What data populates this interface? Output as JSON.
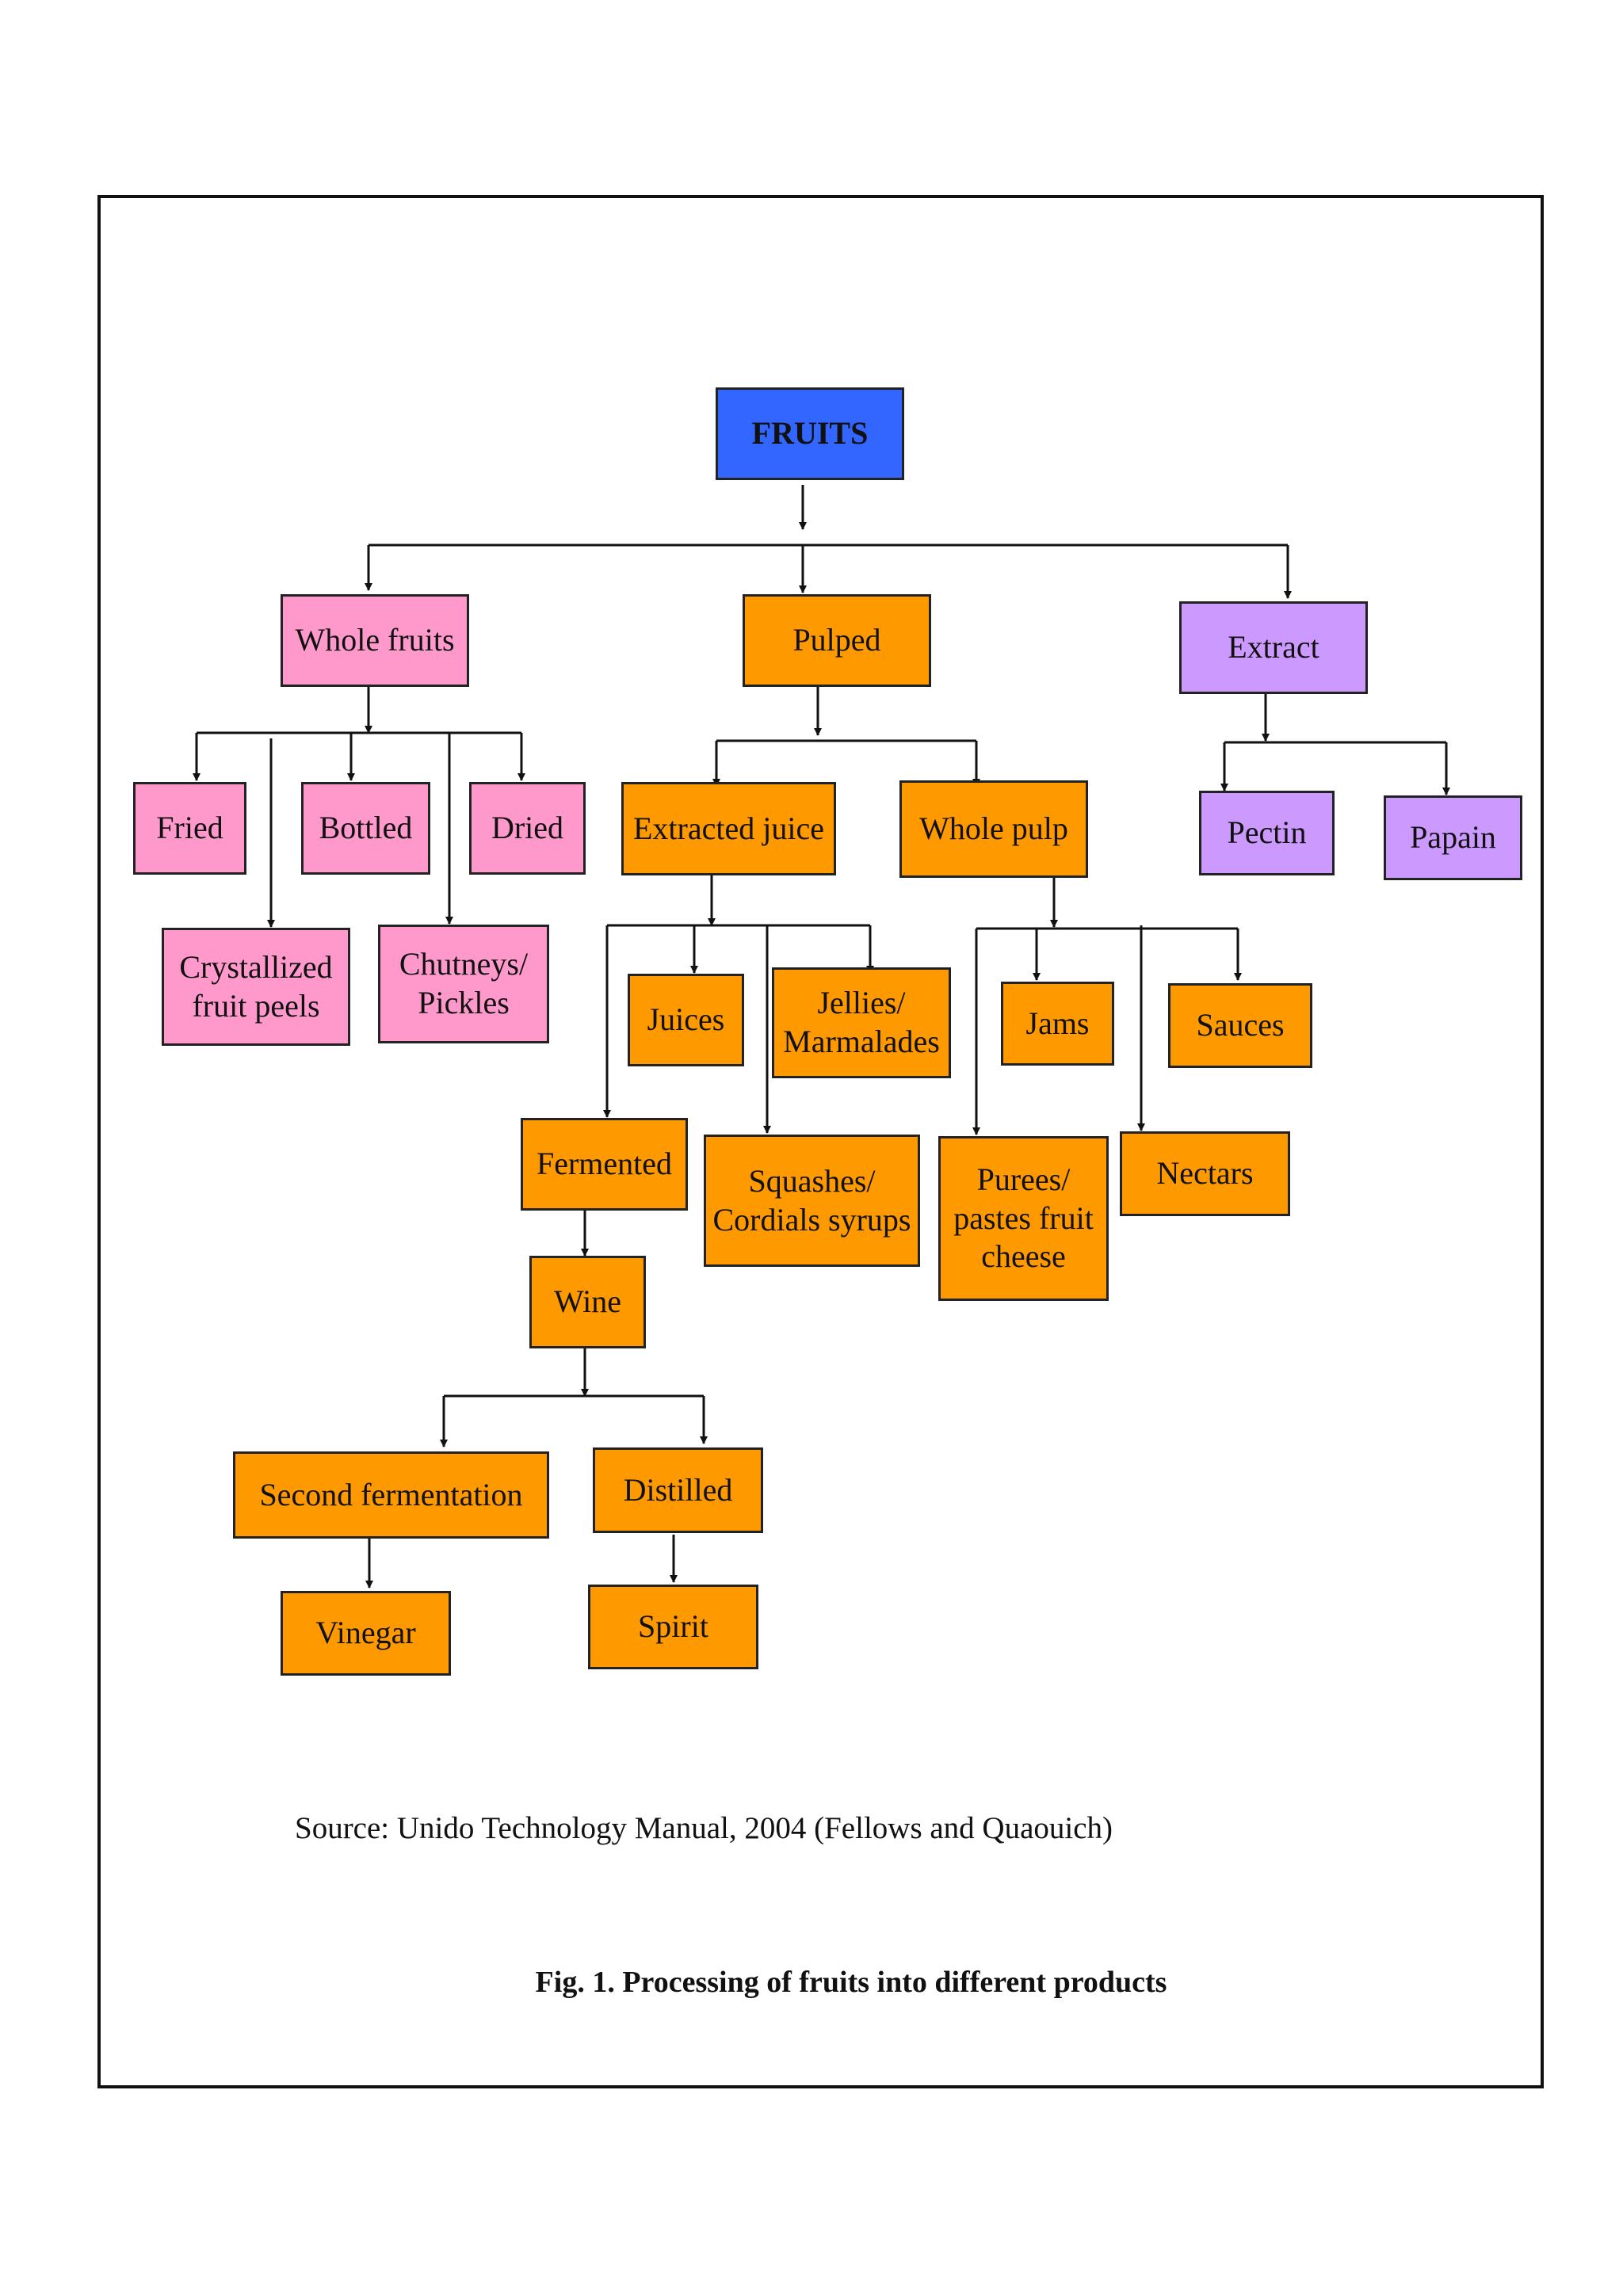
{
  "colors": {
    "root": "#3366ff",
    "whole_fruits_group": "#ff99cc",
    "pulped_group": "#ff9900",
    "extract_group": "#cc99ff",
    "line": "#111111"
  },
  "nodes": {
    "fruits": "FRUITS",
    "whole_fruits": "Whole fruits",
    "pulped": "Pulped",
    "extract": "Extract",
    "fried": "Fried",
    "bottled": "Bottled",
    "dried": "Dried",
    "crystallized": "Crystallized\nfruit peels",
    "chutneys": "Chutneys/\nPickles",
    "extracted_juice": "Extracted juice",
    "whole_pulp": "Whole pulp",
    "pectin": "Pectin",
    "papain": "Papain",
    "juices": "Juices",
    "jellies": "Jellies/\nMarmalades",
    "jams": "Jams",
    "sauces": "Sauces",
    "fermented": "Fermented",
    "squashes": "Squashes/\nCordials syrups",
    "purees": "Purees/\npastes fruit\ncheese",
    "nectars": "Nectars",
    "wine": "Wine",
    "second_fermentation": "Second fermentation",
    "distilled": "Distilled",
    "vinegar": "Vinegar",
    "spirit": "Spirit"
  },
  "source": "Source: Unido Technology Manual, 2004 (Fellows and Quaouich)",
  "caption": "Fig. 1. Processing of fruits into different products"
}
